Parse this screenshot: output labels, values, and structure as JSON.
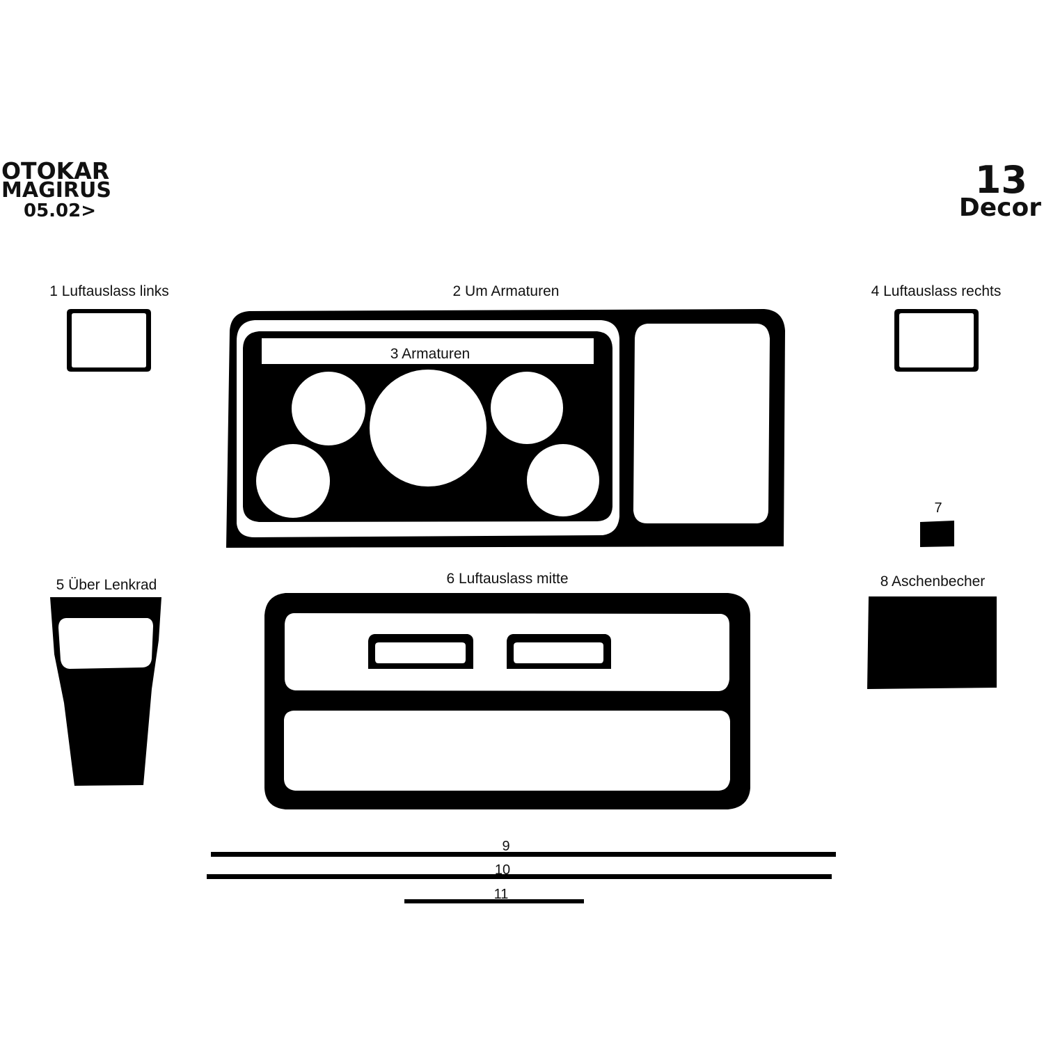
{
  "header": {
    "brand": "OTOKAR",
    "model": "MAGIRUS",
    "year": "05.02>",
    "piece_count": "13",
    "kit_type": "Decor"
  },
  "parts": [
    {
      "id": "1",
      "label": "1 Luftauslass links"
    },
    {
      "id": "2",
      "label": "2 Um Armaturen"
    },
    {
      "id": "3",
      "label": "3 Armaturen"
    },
    {
      "id": "4",
      "label": "4 Luftauslass rechts"
    },
    {
      "id": "5",
      "label": "5 Über Lenkrad"
    },
    {
      "id": "6",
      "label": "6 Luftauslass mitte"
    },
    {
      "id": "7",
      "label": "7"
    },
    {
      "id": "8",
      "label": "8 Aschenbecher"
    },
    {
      "id": "9",
      "label": "9"
    },
    {
      "id": "10",
      "label": "10"
    },
    {
      "id": "11",
      "label": "11"
    }
  ],
  "colors": {
    "part_fill": "#000000",
    "background": "#ffffff",
    "text": "#111111"
  }
}
